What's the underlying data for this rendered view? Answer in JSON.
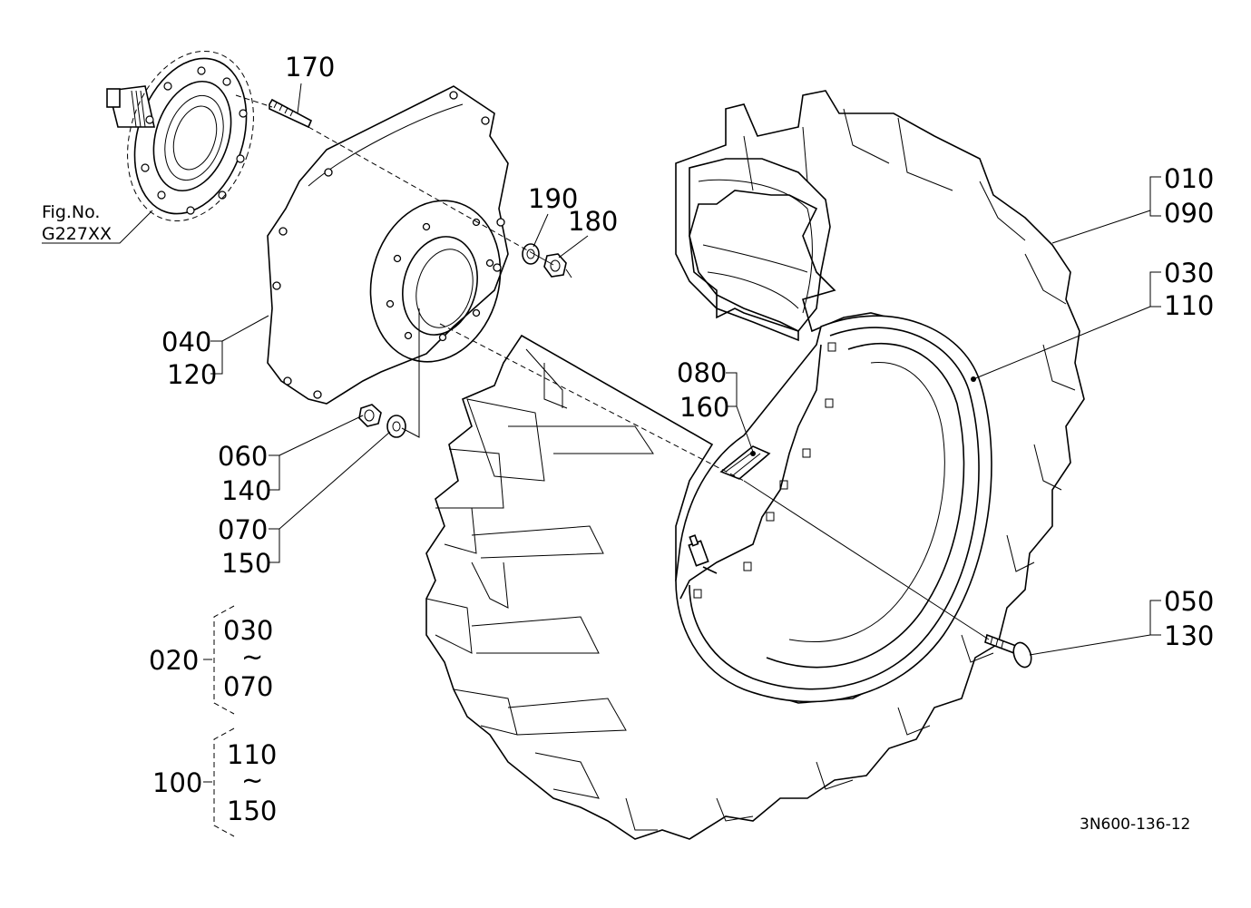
{
  "diagram": {
    "figure_ref": {
      "line1": "Fig.No.",
      "line2": "G227XX"
    },
    "drawing_code": "3N600-136-12",
    "callouts": {
      "p170": "170",
      "p190": "190",
      "p180": "180",
      "p010": "010",
      "p090": "090",
      "p030": "030",
      "p110": "110",
      "p040": "040",
      "p120": "120",
      "p080": "080",
      "p160": "160",
      "p060": "060",
      "p140": "140",
      "p070": "070",
      "p150": "150",
      "p050": "050",
      "p130": "130"
    },
    "groups": [
      {
        "parent": "020",
        "from": "030",
        "tilde": "~",
        "to": "070"
      },
      {
        "parent": "100",
        "from": "110",
        "tilde": "~",
        "to": "150"
      }
    ]
  }
}
